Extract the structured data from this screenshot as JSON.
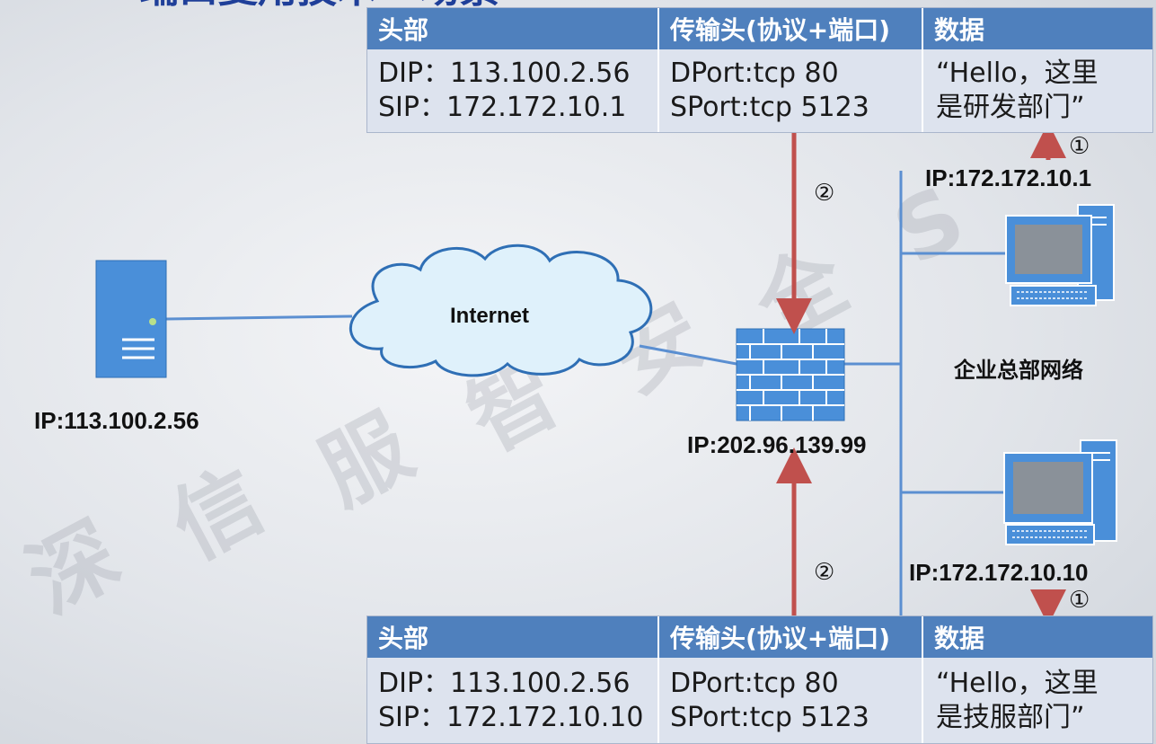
{
  "title_partial": "端口复用技术 - 场景",
  "watermark": [
    "深",
    "信",
    "服",
    "智",
    "安",
    "全",
    "S"
  ],
  "packet_top": {
    "headers": [
      "头部",
      "传输头(协议+端口)",
      "数据"
    ],
    "ip_lines": [
      "DIP：113.100.2.56",
      "SIP：172.172.10.1"
    ],
    "port_lines": [
      "DPort:tcp 80",
      "SPort:tcp 5123"
    ],
    "data_lines": [
      "“Hello，这里",
      "是研发部门”"
    ]
  },
  "packet_bottom": {
    "headers": [
      "头部",
      "传输头(协议+端口)",
      "数据"
    ],
    "ip_lines": [
      "DIP：113.100.2.56",
      "SIP：172.172.10.10"
    ],
    "port_lines": [
      "DPort:tcp 80",
      "SPort:tcp 5123"
    ],
    "data_lines": [
      "“Hello，这里",
      "是技服部门”"
    ]
  },
  "server": {
    "ip": "IP:113.100.2.56"
  },
  "cloud": {
    "label": "Internet"
  },
  "firewall": {
    "ip": "IP:202.96.139.99"
  },
  "pc_top": {
    "ip": "IP:172.172.10.1"
  },
  "pc_bottom": {
    "ip": "IP:172.172.10.10"
  },
  "network_label": "企业总部网络",
  "steps": {
    "one": "①",
    "two": "②"
  },
  "colors": {
    "header_blue": "#4f80bd",
    "cell_bg": "#dde3ee",
    "arrow_red": "#c0504d",
    "link_blue": "#5b8fd1",
    "device_blue": "#4a8fd9"
  }
}
